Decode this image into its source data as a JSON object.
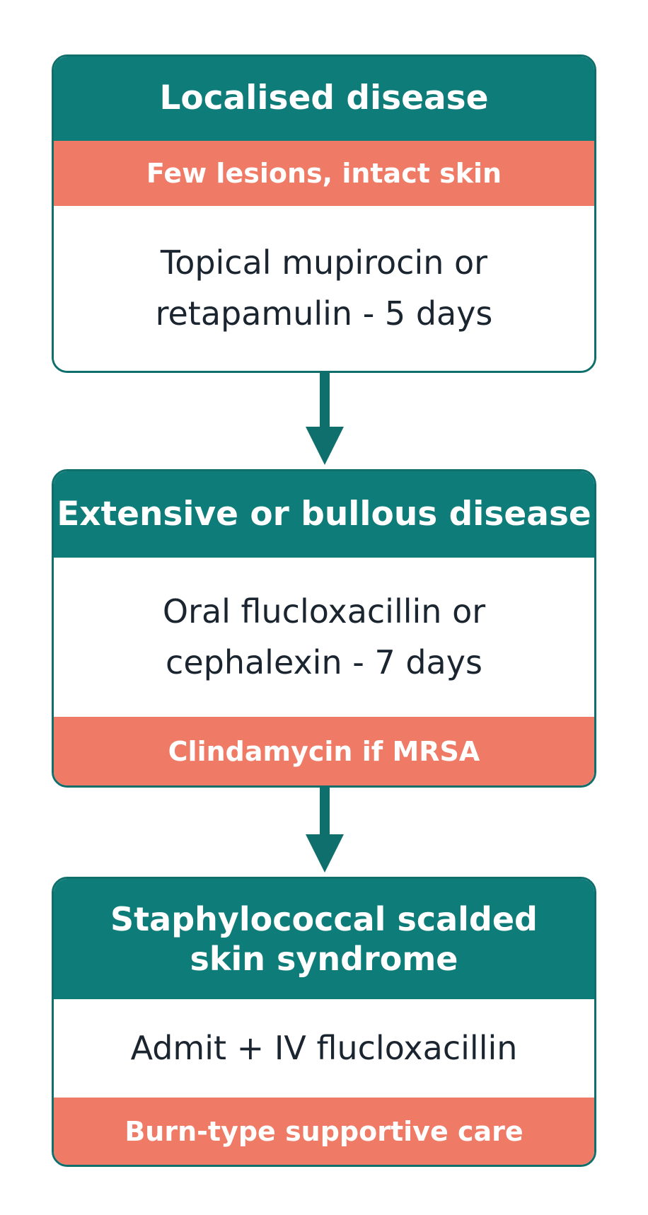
{
  "colors": {
    "header": "#0e7c78",
    "border": "#0e6f6c",
    "note": "#ef7b67",
    "text": "#1b2530",
    "arrow": "#0e6f6c"
  },
  "steps": [
    {
      "title": "Localised disease",
      "note": "Few lesions, intact skin",
      "treatment_line1": "Topical mupirocin or",
      "treatment_line2": "retapamulin - 5 days"
    },
    {
      "title": "Extensive or bullous disease",
      "treatment_line1": "Oral flucloxacillin or",
      "treatment_line2": "cephalexin - 7 days",
      "note": "Clindamycin if MRSA"
    },
    {
      "title_line1": "Staphylococcal scalded",
      "title_line2": "skin syndrome",
      "treatment": "Admit + IV flucloxacillin",
      "note": "Burn-type supportive care"
    }
  ]
}
